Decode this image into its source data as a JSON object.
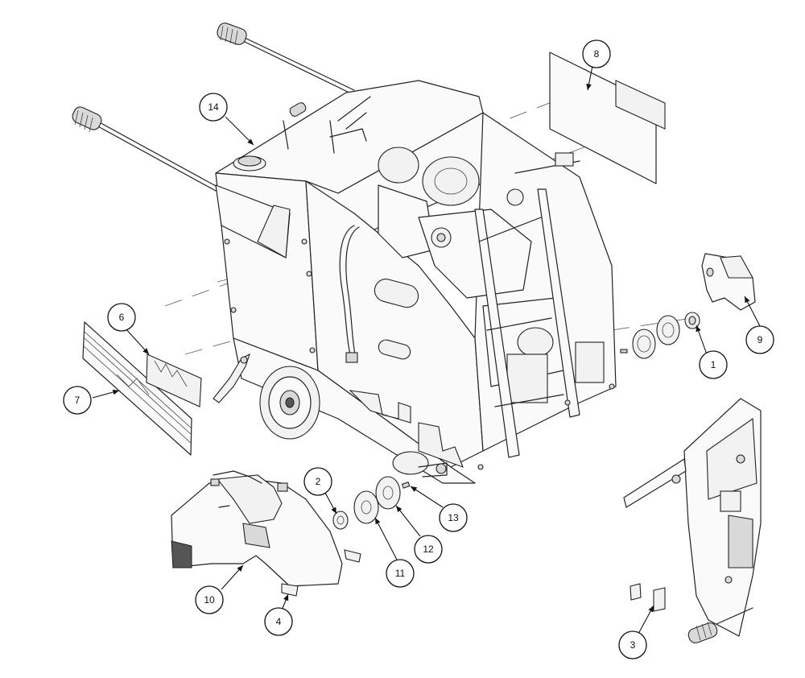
{
  "callouts": [
    {
      "id": "1",
      "label": "1"
    },
    {
      "id": "2",
      "label": "2"
    },
    {
      "id": "3",
      "label": "3"
    },
    {
      "id": "4",
      "label": "4"
    },
    {
      "id": "6",
      "label": "6"
    },
    {
      "id": "7",
      "label": "7"
    },
    {
      "id": "8",
      "label": "8"
    },
    {
      "id": "9",
      "label": "9"
    },
    {
      "id": "10",
      "label": "10"
    },
    {
      "id": "11",
      "label": "11"
    },
    {
      "id": "12",
      "label": "12"
    },
    {
      "id": "13",
      "label": "13"
    },
    {
      "id": "14",
      "label": "14"
    }
  ]
}
